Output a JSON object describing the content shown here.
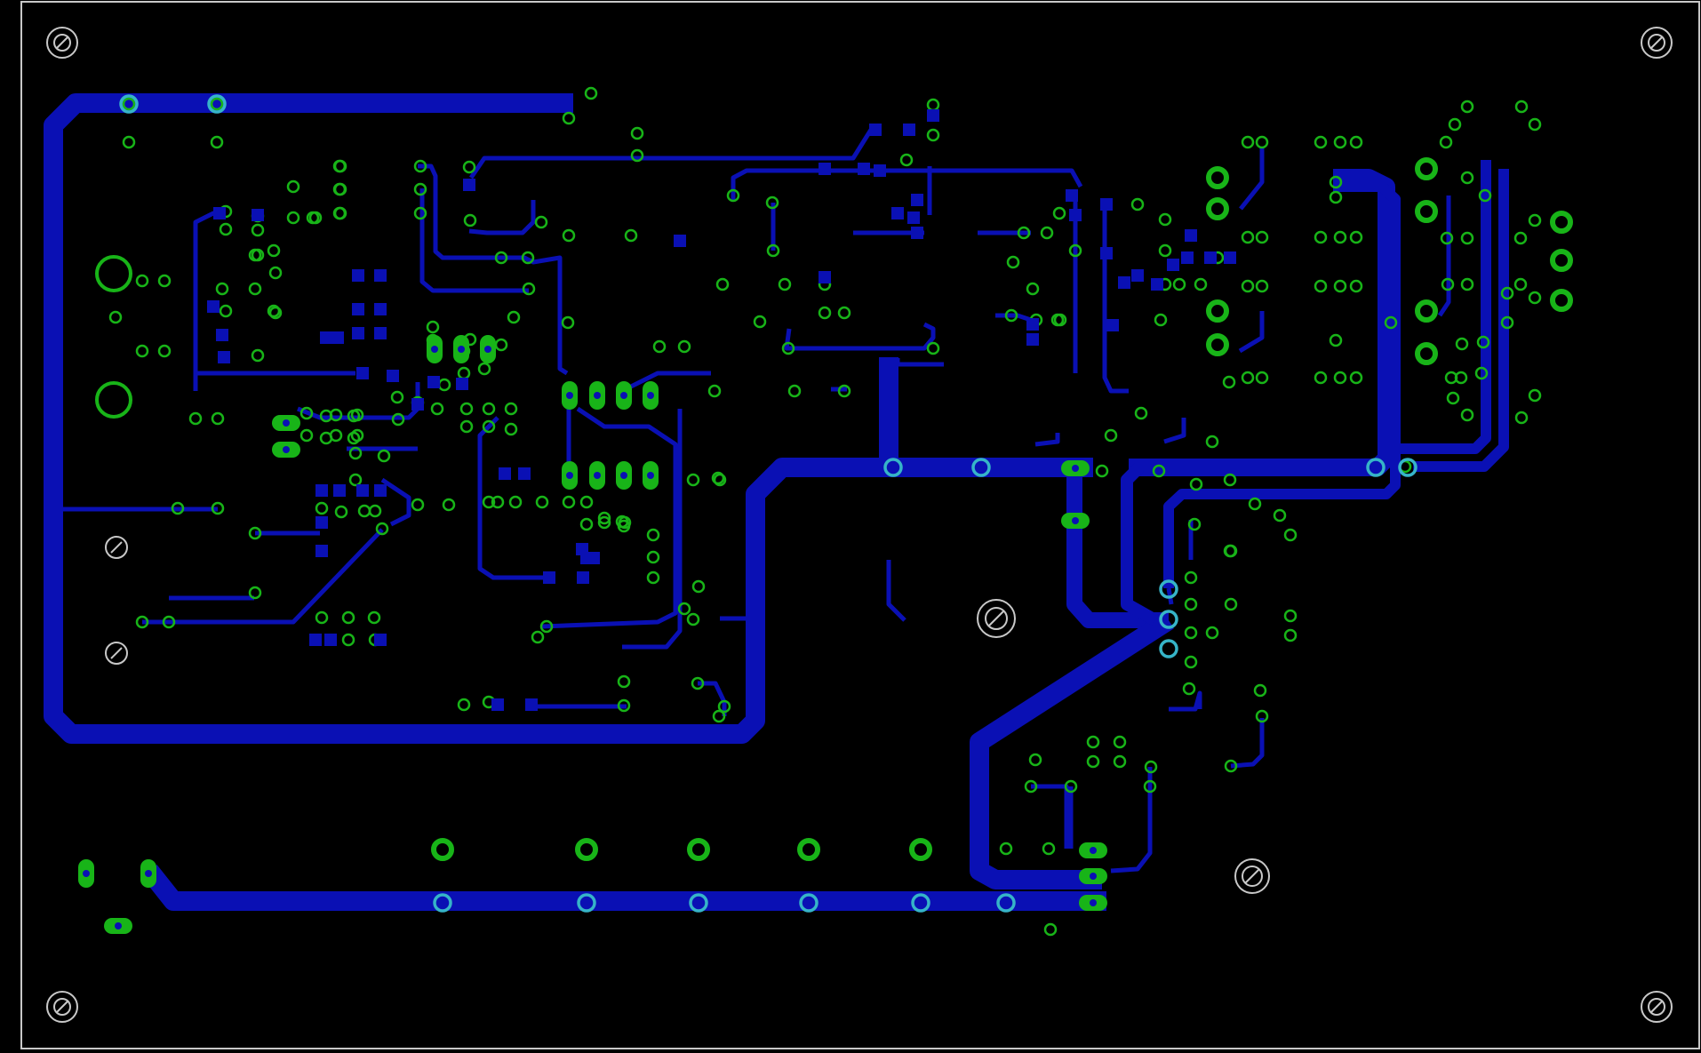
{
  "view": {
    "type": "pcb-layout",
    "background": "#000000",
    "board_outline_color": "#c8c8c8"
  },
  "colors": {
    "trace": "#0a10b4",
    "pad_ring": "#18b418",
    "via_center": "#36b4c8",
    "mount_hole": "#c8c8c8",
    "ratsnest": "#c8b400"
  },
  "layers": [
    {
      "name": "copper-top",
      "visible": true
    },
    {
      "name": "pads",
      "visible": true
    },
    {
      "name": "mounting-holes",
      "visible": true
    }
  ]
}
